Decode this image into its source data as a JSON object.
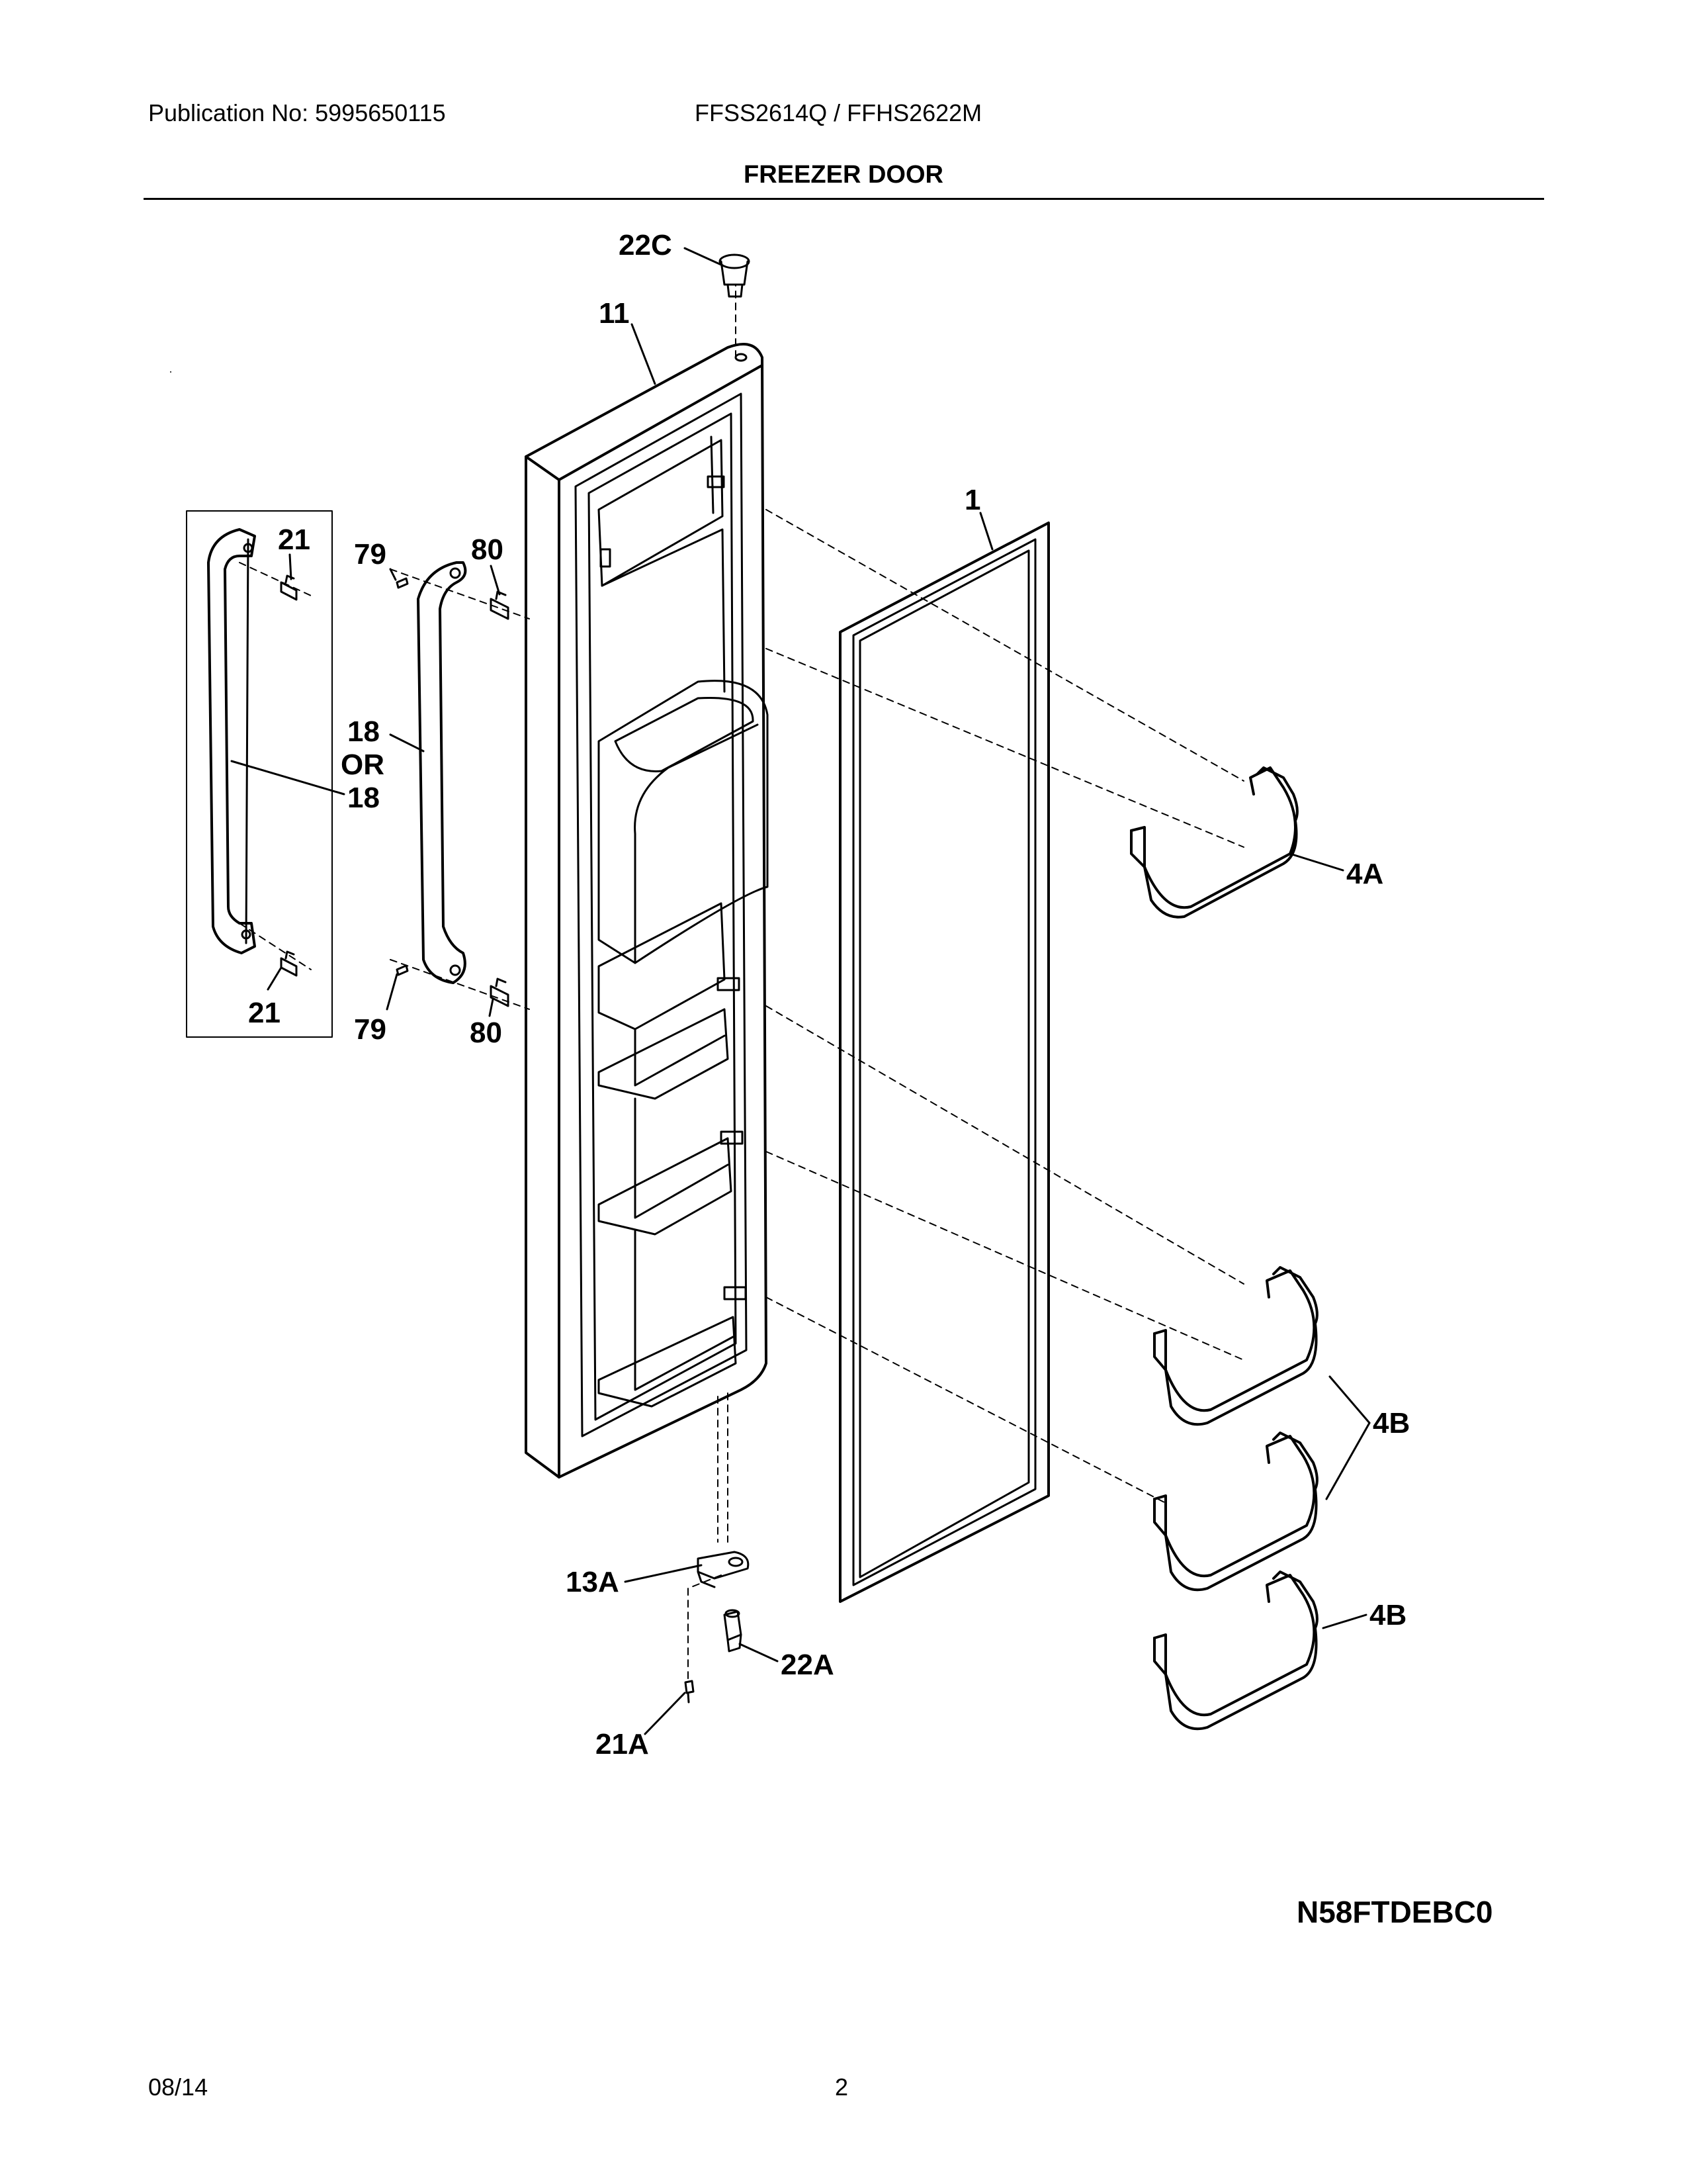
{
  "header": {
    "publication": "Publication No:  5995650115",
    "models": "FFSS2614Q / FFHS2622M",
    "title": "FREEZER DOOR"
  },
  "callouts": {
    "c22C": "22C",
    "c11": "11",
    "c1": "1",
    "c21_top": "21",
    "c79_top": "79",
    "c80_top": "80",
    "c18": "18",
    "cOR": "OR",
    "c18b": "18",
    "c21_bottom": "21",
    "c79_bottom": "79",
    "c80_bottom": "80",
    "c4A": "4A",
    "c4B_1": "4B",
    "c4B_2": "4B",
    "c13A": "13A",
    "c22A": "22A",
    "c21A": "21A"
  },
  "diagram_code": "N58FTDEBC0",
  "footer": {
    "date": "08/14",
    "page": "2"
  }
}
